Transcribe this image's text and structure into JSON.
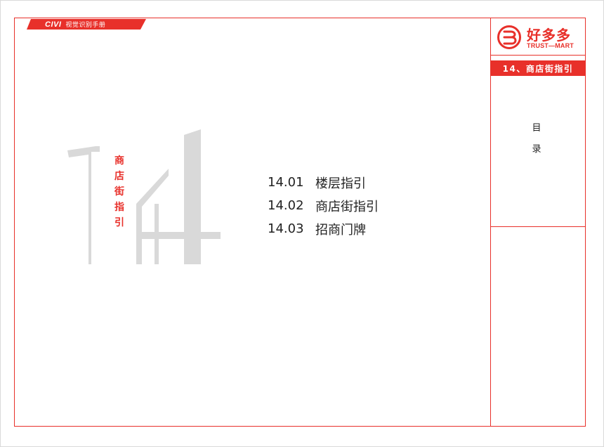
{
  "header": {
    "brand": "CIVI",
    "title": "视觉识别手册"
  },
  "logo": {
    "chinese": "好多多",
    "english": "TRUST—MART"
  },
  "section": {
    "title": "14、商店街指引"
  },
  "toc_label": {
    "char1": "目",
    "char2": "录"
  },
  "cover": {
    "number_chars": [
      "1",
      "4"
    ],
    "vertical_title": [
      "商",
      "店",
      "街",
      "指",
      "引"
    ]
  },
  "contents": [
    {
      "number": "14.01",
      "title": "楼层指引"
    },
    {
      "number": "14.02",
      "title": "商店街指引"
    },
    {
      "number": "14.03",
      "title": "招商门牌"
    }
  ],
  "colors": {
    "accent": "#e8302a",
    "numeral_gray": "#d9d9d9"
  }
}
